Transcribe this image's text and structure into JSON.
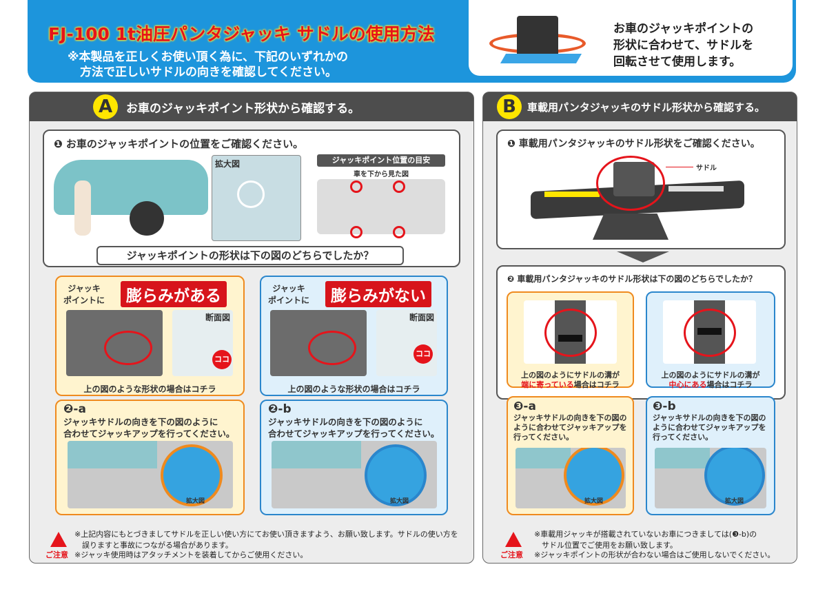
{
  "header": {
    "title": "FJ-100 1t油圧パンタジャッキ サドルの使用方法",
    "subtitle_line1": "※本製品を正しくお使い頂く為に、下記のいずれかの",
    "subtitle_line2": "方法で正しいサドルの向きを確認してください。",
    "note": "お車のジャッキポイントの\n形状に合わせて、サドルを\n回転させて使用します。"
  },
  "panelA": {
    "badge": "A",
    "title": "お車のジャッキポイント形状から確認する。",
    "step1": "❶ お車のジャッキポイントの位置をご確認ください。",
    "zoom_label": "拡大図",
    "guide_title": "ジャッキポイント位置の目安",
    "guide_sub": "車を下から見た図",
    "question": "ジャッキポイントの形状は下の図のどちらでしたか？",
    "optA": {
      "prefix": "ジャッキ\nポイントに",
      "label": "膨らみがある",
      "section": "断面図",
      "here": "ココ",
      "caption": "上の図のような形状の場合はコチラ"
    },
    "optB": {
      "prefix": "ジャッキ\nポイントに",
      "label": "膨らみがない",
      "section": "断面図",
      "here": "ココ",
      "caption": "上の図のような形状の場合はコチラ"
    },
    "step2a": {
      "num": "❷-a",
      "text": "ジャッキサドルの向きを下の図のように\n合わせてジャッキアップを行ってください。",
      "zoom": "拡大図"
    },
    "step2b": {
      "num": "❷-b",
      "text": "ジャッキサドルの向きを下の図のように\n合わせてジャッキアップを行ってください。",
      "zoom": "拡大図"
    },
    "caution_label": "ご注意",
    "caution1": "※上記内容にもとづきましてサドルを正しい使い方にてお使い頂きますよう、お願い致します。サドルの使い方を\n　誤りますと事故につながる場合があります。",
    "caution2": "※ジャッキ使用時はアタッチメントを装着してからご使用ください。"
  },
  "panelB": {
    "badge": "B",
    "title": "車載用パンタジャッキのサドル形状から確認する。",
    "step1": "❶ 車載用パンタジャッキのサドル形状をご確認ください。",
    "saddle": "サドル",
    "step2": "❷ 車載用パンタジャッキのサドル形状は下の図のどちらでしたか？",
    "optA": {
      "line1": "上の図のようにサドルの溝が",
      "red": "端に寄っている",
      "rest": "場合はコチラ"
    },
    "optB": {
      "line1": "上の図のようにサドルの溝が",
      "red": "中心にある",
      "rest": "場合はコチラ"
    },
    "step3a": {
      "num": "❸-a",
      "text": "ジャッキサドルの向きを下の図の\nように合わせてジャッキアップを\n行ってください。",
      "zoom": "拡大図"
    },
    "step3b": {
      "num": "❸-b",
      "text": "ジャッキサドルの向きを下の図の\nように合わせてジャッキアップを\n行ってください。",
      "zoom": "拡大図"
    },
    "caution_label": "ご注意",
    "caution1": "※車載用ジャッキが搭載されていないお車につきましては(❸-b)の\n　サドル位置でご使用をお願い致します。",
    "caution2": "※ジャッキポイントの形状が合わない場合はご使用しないでください。"
  }
}
